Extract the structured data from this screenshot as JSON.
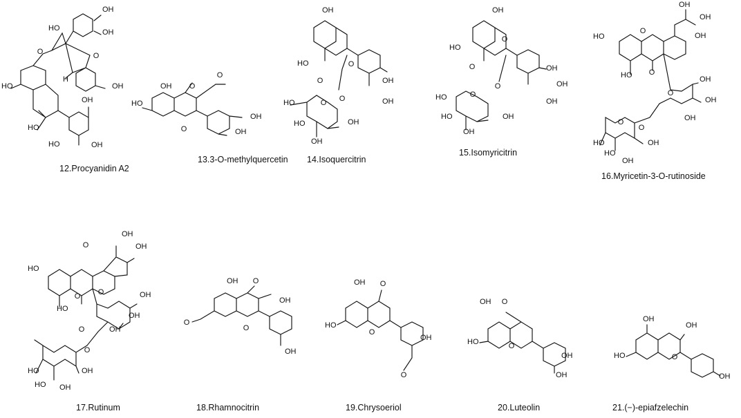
{
  "figure": {
    "compounds": [
      {
        "number": "12",
        "name": "Procyanidin A2",
        "caption": "12.Procyanidin A2"
      },
      {
        "number": "13",
        "name": "3-O-methylquercetin",
        "caption": "13.3-O-methylquercetin"
      },
      {
        "number": "14",
        "name": "Isoquercitrin",
        "caption": "14.Isoquercitrin"
      },
      {
        "number": "15",
        "name": "Isomyricitrin",
        "caption": "15.Isomyricitrin"
      },
      {
        "number": "16",
        "name": "Myricetin-3-O-rutinoside",
        "caption": "16.Myricetin-3-O-rutinoside"
      },
      {
        "number": "17",
        "name": "Rutinum",
        "caption": "17.Rutinum"
      },
      {
        "number": "18",
        "name": "Rhamnocitrin",
        "caption": "18.Rhamnocitrin"
      },
      {
        "number": "19",
        "name": "Chrysoeriol",
        "caption": "19.Chrysoeriol"
      },
      {
        "number": "20",
        "name": "Luteolin",
        "caption": "20.Luteolin"
      },
      {
        "number": "21",
        "name": "(−)-epiafzelechin",
        "caption": "21.(−)-epiafzelechin"
      }
    ],
    "atom_labels": {
      "hydroxyl": "OH",
      "hydroxyl_left": "HO",
      "oxygen": "O",
      "hydrogen": "H"
    }
  }
}
